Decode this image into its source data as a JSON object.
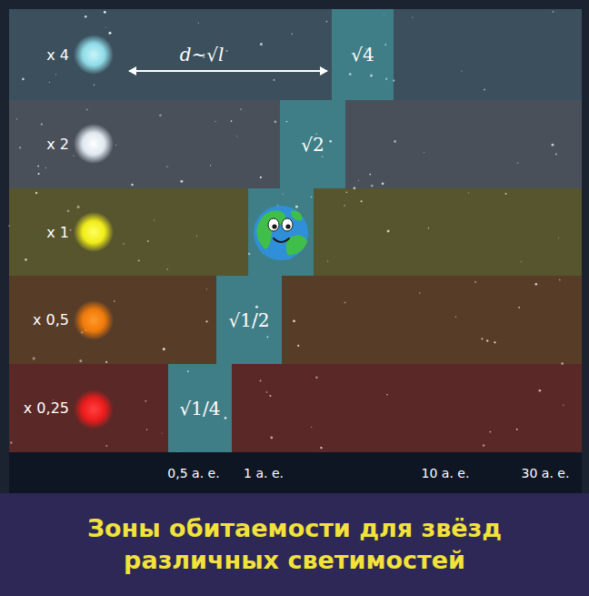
{
  "diagram": {
    "title": "Зоны обитаемости для звёзд различных светимостей",
    "nodes": [
      {
        "text": [
          "x 4"
        ]
      },
      {
        "text": [
          "x 2"
        ]
      },
      {
        "text": [
          "x 1"
        ]
      },
      {
        "text": [
          "x 0,5"
        ]
      },
      {
        "text": [
          "x 0,25"
        ]
      },
      {
        "text": [
          "√4"
        ],
        "in": 0
      },
      {
        "text": [
          "√2"
        ],
        "in": 1
      },
      {
        "text": [
          "√1/2"
        ],
        "in": 3
      },
      {
        "text": [
          "√1/4"
        ],
        "in": 4
      }
    ],
    "labels": [
      "d~√l",
      "0,5 а. е.",
      "1 а. е.",
      "10 а. е.",
      "30 а. е."
    ]
  }
}
